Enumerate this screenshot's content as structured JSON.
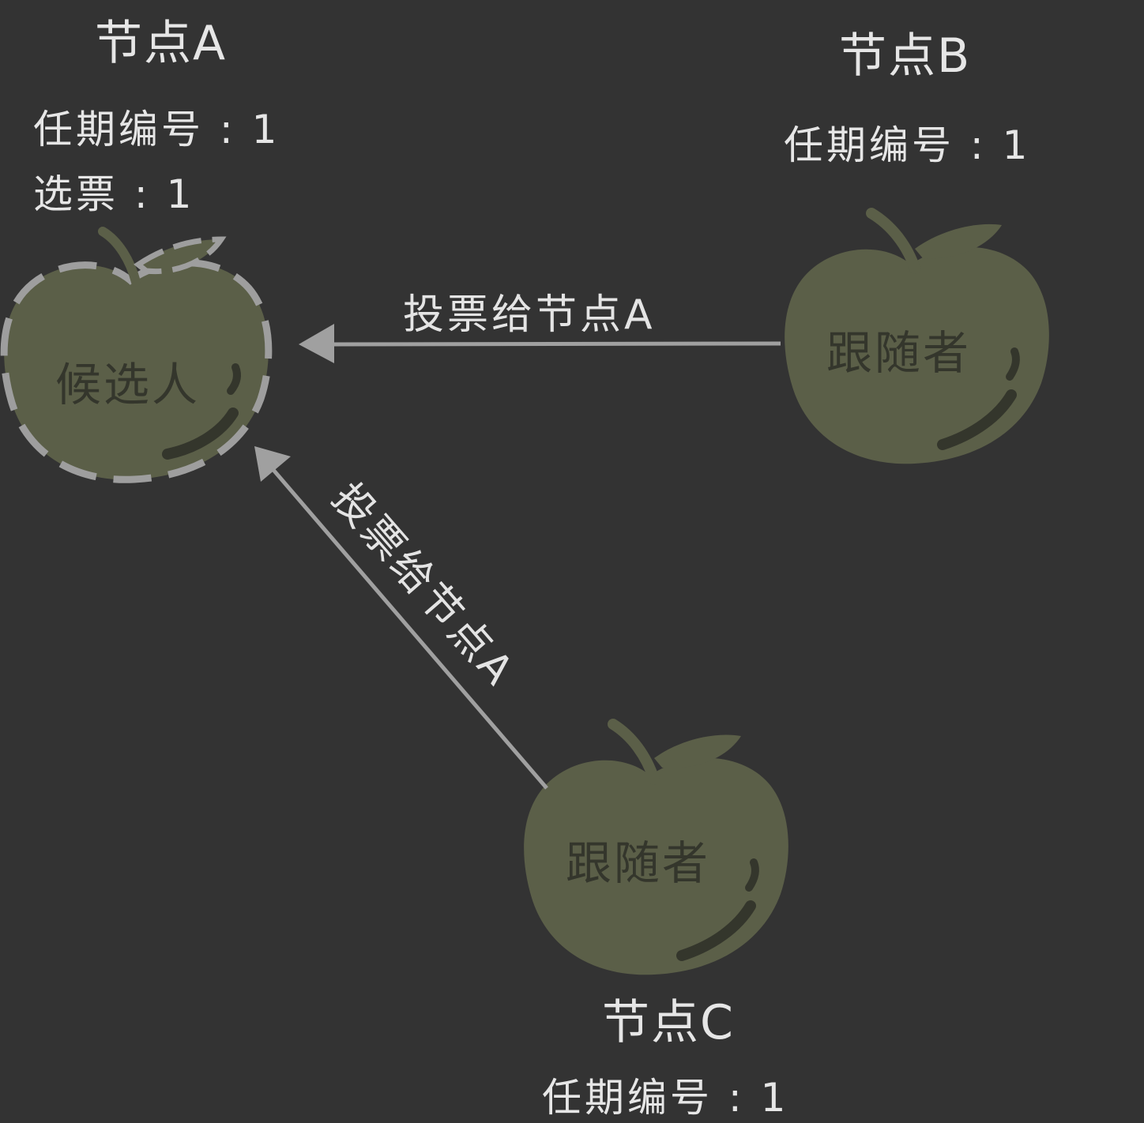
{
  "nodes": {
    "a": {
      "title": "节点A",
      "term": "任期编号 : 1",
      "votes": "选票 : 1",
      "role": "候选人"
    },
    "b": {
      "title": "节点B",
      "term": "任期编号 : 1",
      "role": "跟随者"
    },
    "c": {
      "title": "节点C",
      "term": "任期编号 : 1",
      "role": "跟随者"
    }
  },
  "edges": {
    "b_to_a": "投票给节点A",
    "c_to_a": "投票给节点A"
  },
  "colors": {
    "background": "#333333",
    "apple_fill": "#5b5f48",
    "text": "#e6e6e6",
    "arrow": "#a0a0a0",
    "candidate_outline": "#9e9e9e"
  }
}
